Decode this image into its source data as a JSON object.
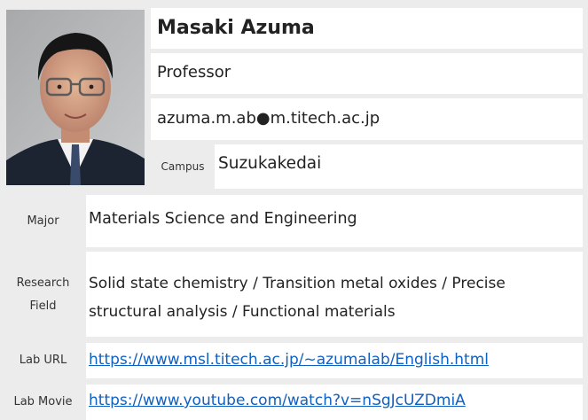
{
  "profile": {
    "name": "Masaki Azuma",
    "title": "Professor",
    "email": "azuma.m.ab●m.titech.ac.jp",
    "campus_label": "Campus",
    "campus": "Suzukakedai"
  },
  "details": {
    "major_label": "Major",
    "major": "Materials Science and Engineering",
    "research_label_line1": "Research",
    "research_label_line2": "Field",
    "research_line1": "Solid state chemistry / Transition metal oxides / Precise",
    "research_line2": "structural analysis / Functional materials",
    "lab_url_label": "Lab URL",
    "lab_url": "https://www.msl.titech.ac.jp/~azumalab/English.html",
    "lab_movie_label": "Lab Movie",
    "lab_movie": "https://www.youtube.com/watch?v=nSgJcUZDmiA"
  },
  "colors": {
    "cell_bg": "#ececec",
    "link": "#1060c0"
  }
}
